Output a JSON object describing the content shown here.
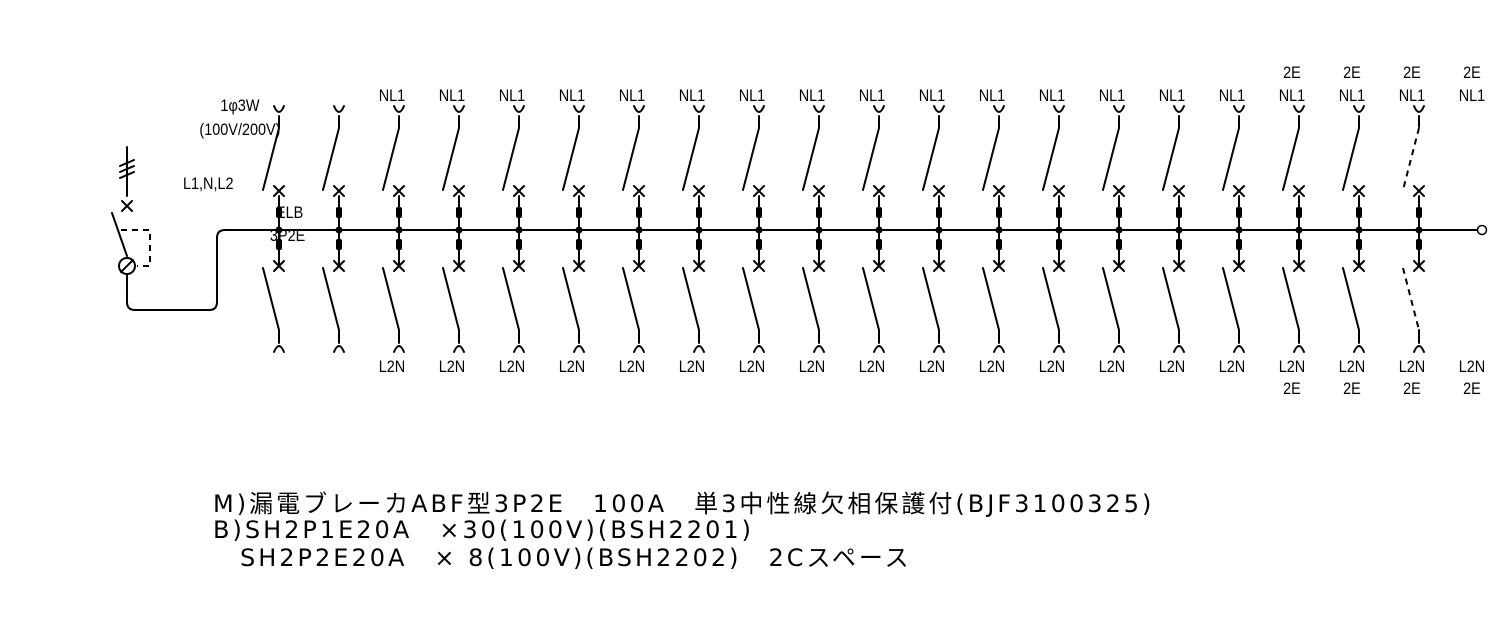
{
  "main_breaker": {
    "supply_line1": "1φ3W",
    "supply_line2": "(100V/200V)",
    "phases": "L1,N,L2",
    "type_line1": "ELB",
    "type_line2": "3P2E"
  },
  "branches": [
    {
      "top": [
        "NL1"
      ],
      "bottom": [
        "L2N"
      ],
      "spare": false
    },
    {
      "top": [
        "NL1"
      ],
      "bottom": [
        "L2N"
      ],
      "spare": false
    },
    {
      "top": [
        "NL1"
      ],
      "bottom": [
        "L2N"
      ],
      "spare": false
    },
    {
      "top": [
        "NL1"
      ],
      "bottom": [
        "L2N"
      ],
      "spare": false
    },
    {
      "top": [
        "NL1"
      ],
      "bottom": [
        "L2N"
      ],
      "spare": false
    },
    {
      "top": [
        "NL1"
      ],
      "bottom": [
        "L2N"
      ],
      "spare": false
    },
    {
      "top": [
        "NL1"
      ],
      "bottom": [
        "L2N"
      ],
      "spare": false
    },
    {
      "top": [
        "NL1"
      ],
      "bottom": [
        "L2N"
      ],
      "spare": false
    },
    {
      "top": [
        "NL1"
      ],
      "bottom": [
        "L2N"
      ],
      "spare": false
    },
    {
      "top": [
        "NL1"
      ],
      "bottom": [
        "L2N"
      ],
      "spare": false
    },
    {
      "top": [
        "NL1"
      ],
      "bottom": [
        "L2N"
      ],
      "spare": false
    },
    {
      "top": [
        "NL1"
      ],
      "bottom": [
        "L2N"
      ],
      "spare": false
    },
    {
      "top": [
        "NL1"
      ],
      "bottom": [
        "L2N"
      ],
      "spare": false
    },
    {
      "top": [
        "NL1"
      ],
      "bottom": [
        "L2N"
      ],
      "spare": false
    },
    {
      "top": [
        "NL1"
      ],
      "bottom": [
        "L2N"
      ],
      "spare": false
    },
    {
      "top": [
        "2E",
        "NL1"
      ],
      "bottom": [
        "L2N",
        "2E"
      ],
      "spare": false
    },
    {
      "top": [
        "2E",
        "NL1"
      ],
      "bottom": [
        "L2N",
        "2E"
      ],
      "spare": false
    },
    {
      "top": [
        "2E",
        "NL1"
      ],
      "bottom": [
        "L2N",
        "2E"
      ],
      "spare": false
    },
    {
      "top": [
        "2E",
        "NL1"
      ],
      "bottom": [
        "L2N",
        "2E"
      ],
      "spare": false
    },
    {
      "top": [],
      "bottom": [],
      "spare": true
    }
  ],
  "notes": [
    "M)漏電ブレーカABF型3P2E　100A　単3中性線欠相保護付(BJF3100325)",
    "B)SH2P1E20A　×30(100V)(BSH2201)",
    "　SH2P2E20A　× 8(100V)(BSH2202)　2Cスペース"
  ]
}
